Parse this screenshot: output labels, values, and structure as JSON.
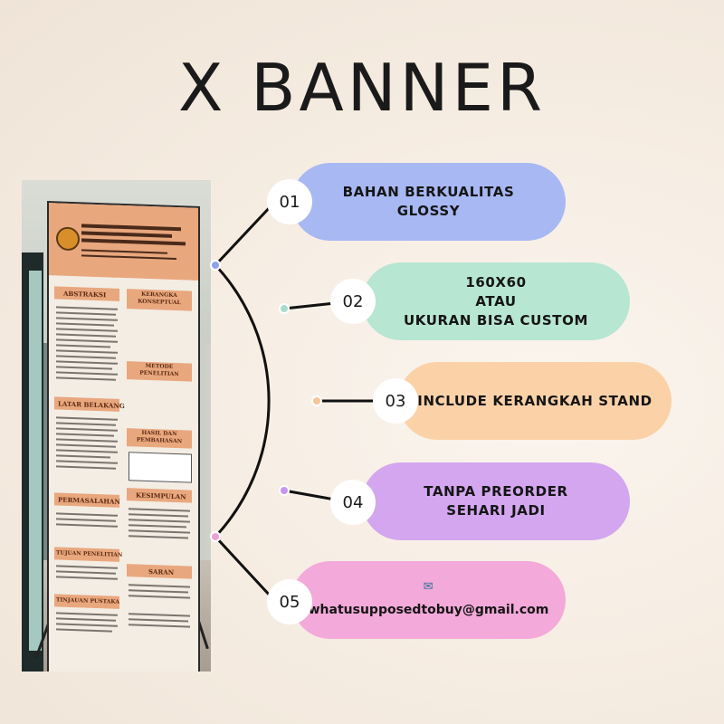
{
  "title": "X BANNER",
  "photo": {
    "description_labels": [
      "ABSTRAKSI",
      "KERANGKA KONSEPTUAL",
      "LATAR BELAKANG",
      "METODE PENELITIAN",
      "HASIL DAN PEMBAHASAN",
      "PERMASALAHAN",
      "KESIMPULAN",
      "TUJUAN PENELITIAN",
      "SARAN",
      "TINJAUAN PUSTAKA"
    ]
  },
  "items": [
    {
      "number": "01",
      "lines": [
        "BAHAN BERKUALITAS",
        "GLOSSY"
      ],
      "color": "#a8b8f3",
      "dot": "#8fa2e8"
    },
    {
      "number": "02",
      "lines": [
        "160X60",
        "ATAU",
        "UKURAN BISA CUSTOM"
      ],
      "color": "#b7e6d3",
      "dot": "#a7dccb"
    },
    {
      "number": "03",
      "lines": [
        "INCLUDE KERANGKAH STAND"
      ],
      "color": "#fbd2a8",
      "dot": "#f7c494"
    },
    {
      "number": "04",
      "lines": [
        "TANPA PREORDER",
        "SEHARI JADI"
      ],
      "color": "#d3a6ef",
      "dot": "#c695ea"
    },
    {
      "number": "05",
      "icon": "email-icon",
      "lines": [
        "whatusupposedtobuy@gmail.com"
      ],
      "color": "#f3a9d9",
      "dot": "#eea0d3"
    }
  ],
  "colors": {
    "line": "#111111",
    "title": "#1a1a1a"
  }
}
